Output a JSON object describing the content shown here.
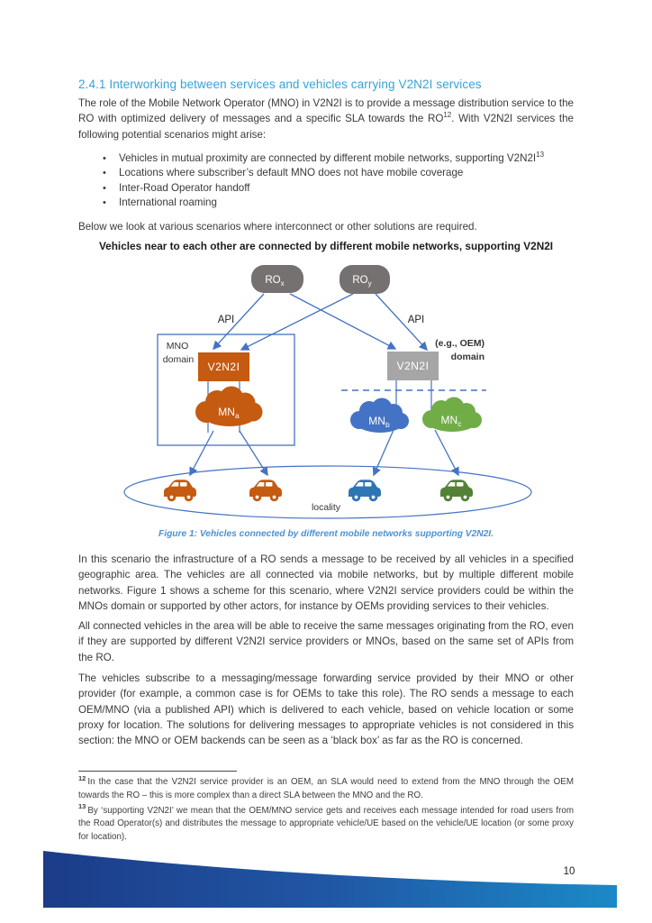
{
  "section": {
    "heading": "2.4.1 Interworking between services and vehicles carrying V2N2I services"
  },
  "paragraphs": {
    "intro": {
      "p1": "The role of the Mobile Network Operator (MNO) in V2N2I is to provide a message distribution service to the RO with optimized delivery of messages and a specific SLA towards the RO",
      "sup1": "12",
      "p2": ". With V2N2I services the following potential scenarios might arise:"
    },
    "below": "Below we look at various scenarios where interconnect or other solutions are required.",
    "scenario": "In this scenario the infrastructure of a RO sends a message to be received by all vehicles in a specified geographic area. The vehicles are all connected via mobile networks, but by multiple different mobile networks. Figure 1 shows a scheme for this scenario, where V2N2I service providers could be within the MNOs domain or supported by other actors, for instance by OEMs providing services to their vehicles.",
    "connected": "All connected vehicles in the area will be able to receive the same messages originating from the RO, even if they are supported by different V2N2I service providers or MNOs, based on the same set of APIs from the RO.",
    "subscribe": "The vehicles subscribe to a messaging/message forwarding service provided by their MNO or other provider (for example, a common case is for OEMs to take this role). The RO sends a message to each OEM/MNO (via a published API) which is delivered to each vehicle, based on vehicle location or some proxy for location. The solutions for delivering messages to appropriate vehicles is not considered in this section: the MNO or OEM backends can be seen as a ‘black box’ as far as the RO is concerned."
  },
  "bullets": [
    {
      "dot": "•",
      "text": "Vehicles in mutual proximity are connected by different mobile networks, supporting V2N2I",
      "sup": "13"
    },
    {
      "dot": "•",
      "text": "Locations where subscriber’s default MNO does not have mobile coverage"
    },
    {
      "dot": "•",
      "text": "Inter-Road Operator handoff"
    },
    {
      "dot": "•",
      "text": "International roaming"
    }
  ],
  "diagram": {
    "title": "Vehicles near to each other are connected by different mobile networks, supporting V2N2I",
    "ro_x": {
      "label": "RO",
      "sub": "x"
    },
    "ro_y": {
      "label": "RO",
      "sub": "y"
    },
    "api_left": "API",
    "api_right": "API",
    "mno_domain_line1": "MNO",
    "mno_domain_line2": "domain",
    "oem_domain_line1": "(e.g., OEM)",
    "oem_domain_line2": "domain",
    "v2n2i_left": "V2N2I",
    "v2n2i_right": "V2N2I",
    "mn_a": {
      "label": "MN",
      "sub": "a"
    },
    "mn_b": {
      "label": "MN",
      "sub": "b"
    },
    "mn_c": {
      "label": "MN",
      "sub": "c"
    },
    "locality": "locality",
    "colors": {
      "line": "#4472c4",
      "node_gray": "#767171",
      "box_gray": "#a6a6a6",
      "orange": "#c55a11",
      "cloud_blue": "#4472c4",
      "cloud_green": "#70ad47",
      "car_blue": "#2e75b6",
      "car_green": "#538135"
    }
  },
  "figure_caption": "Figure 1: Vehicles connected by different mobile networks supporting V2N2I.",
  "footnotes": [
    {
      "marker": "12",
      "text": "In the case that the V2N2I service provider is an OEM, an SLA would need to extend from the MNO through the OEM towards the RO – this is more complex than a direct SLA between the MNO and the RO."
    },
    {
      "marker": "13",
      "text": "By ‘supporting V2N2I’ we mean that the OEM/MNO service gets and receives each message intended for road users from the Road Operator(s) and distributes the message to appropriate vehicle/UE based on the vehicle/UE location (or some proxy for location)."
    }
  ],
  "footer": {
    "page_number": "10",
    "wave": {
      "from": "#1c3c88",
      "mid": "#2057a5",
      "to": "#1b8ac6"
    }
  }
}
